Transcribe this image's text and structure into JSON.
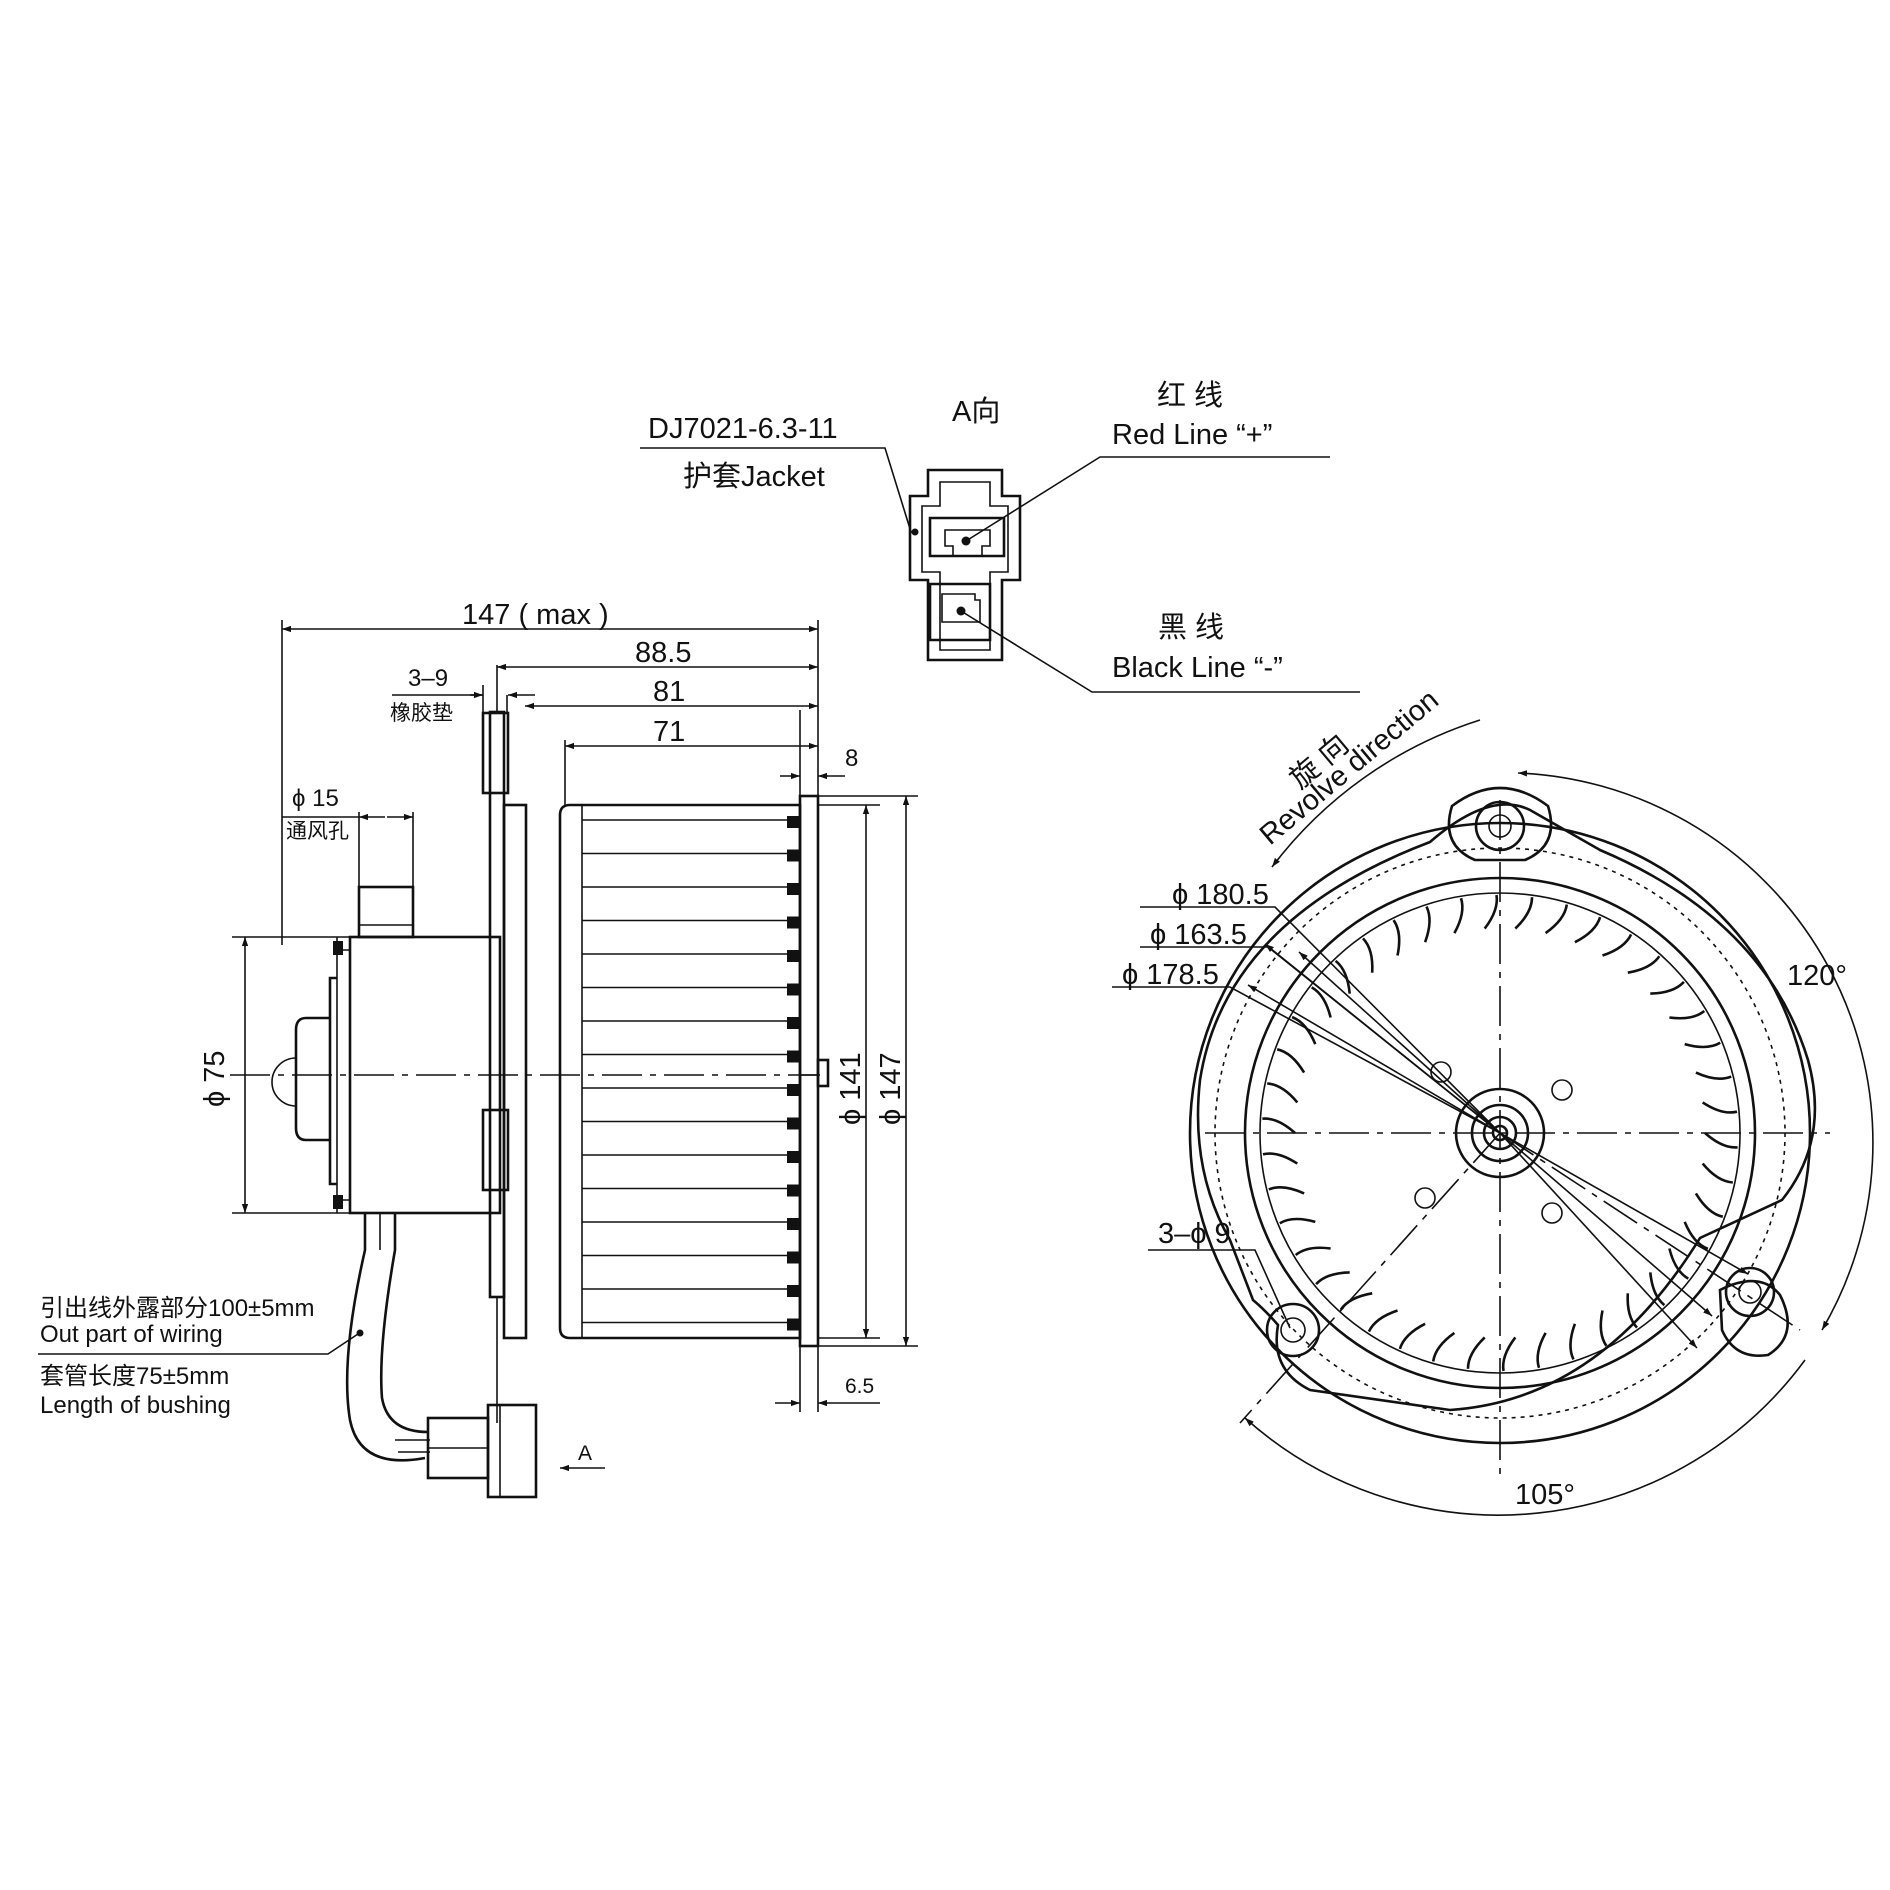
{
  "connector": {
    "part_no": "DJ7021-6.3-11",
    "jacket": "护套Jacket",
    "view_label": "A向",
    "red_cn": "红 线",
    "red_en": "Red Line “+”",
    "black_cn": "黑 线",
    "black_en": "Black Line “-”"
  },
  "side_view": {
    "dim_total": "147 ( max )",
    "dim_885": "88.5",
    "dim_81": "81",
    "dim_71": "71",
    "dim_8": "8",
    "dim_65": "6.5",
    "rubber_qty": "3–9",
    "rubber_cn": "橡胶垫",
    "vent_dia": "ϕ 15",
    "vent_cn": "通风孔",
    "motor_dia": "ϕ 75",
    "wheel_dia_141": "ϕ 141",
    "wheel_dia_147": "ϕ 147",
    "arrow_a": "A",
    "wiring_cn": "引出线外露部分100±5mm",
    "wiring_en": "Out part of  wiring",
    "bushing_cn": "套管长度75±5mm",
    "bushing_en": "Length  of  bushing"
  },
  "front_view": {
    "revolve_cn": "旋 向",
    "revolve_en": "Revolve direction",
    "d1805": "ϕ 180.5",
    "d1635": "ϕ 163.5",
    "d1785": "ϕ 178.5",
    "holes": "3–ϕ 9",
    "angle_120": "120°",
    "angle_105": "105°"
  }
}
